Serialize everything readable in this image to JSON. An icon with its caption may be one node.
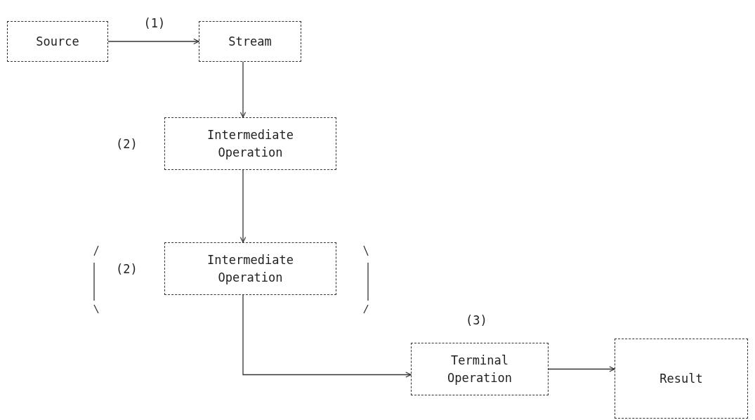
{
  "diagram": {
    "nodes": [
      {
        "text": [
          "Source"
        ]
      },
      {
        "text": [
          "Stream"
        ]
      },
      {
        "text": [
          "Intermediate Operation"
        ],
        "beside": [
          "(2)"
        ]
      },
      {
        "text": [
          "Intermediate Operation"
        ],
        "beside": [
          "(2)"
        ]
      },
      {
        "text": [
          "Terminal Operation"
        ],
        "beside": [
          "(3)"
        ]
      },
      {
        "text": [
          "Result"
        ]
      }
    ],
    "edges": [
      {
        "from": 0,
        "to": 1,
        "arrow": "to",
        "label": "(1)"
      },
      {
        "from": 1,
        "to": 2,
        "arrow": "to"
      },
      {
        "from": 2,
        "to": 3,
        "arrow": "to"
      },
      {
        "from": 3,
        "to": 4,
        "arrow": "to"
      },
      {
        "from": 4,
        "to": 5,
        "arrow": "to"
      }
    ]
  }
}
